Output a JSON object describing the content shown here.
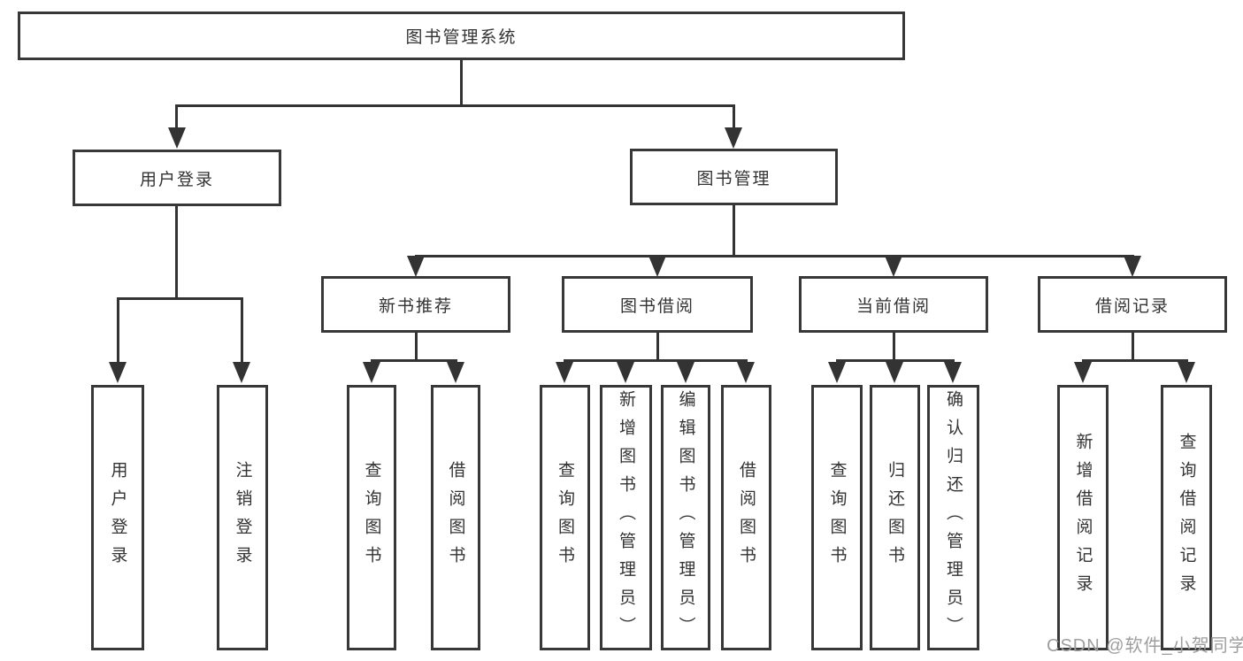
{
  "tree": {
    "root": "图书管理系统",
    "branches": [
      {
        "label": "用户登录",
        "children": [
          "用户登录",
          "注销登录"
        ]
      },
      {
        "label": "图书管理",
        "children": [
          {
            "label": "新书推荐",
            "children": [
              "查询图书",
              "借阅图书"
            ]
          },
          {
            "label": "图书借阅",
            "children": [
              "查询图书",
              "新增图书（管理员）",
              "编辑图书（管理员）",
              "借阅图书"
            ]
          },
          {
            "label": "当前借阅",
            "children": [
              "查询图书",
              "归还图书",
              "确认归还（管理员）"
            ]
          },
          {
            "label": "借阅记录",
            "children": [
              "新增借阅记录",
              "查询借阅记录"
            ]
          }
        ]
      }
    ]
  },
  "watermark": "CSDN @软件_小贺同学",
  "colors": {
    "line": "#333333",
    "box_border": "#383838",
    "text": "#333333",
    "background": "#ffffff",
    "watermark": "#9e9e9e"
  }
}
